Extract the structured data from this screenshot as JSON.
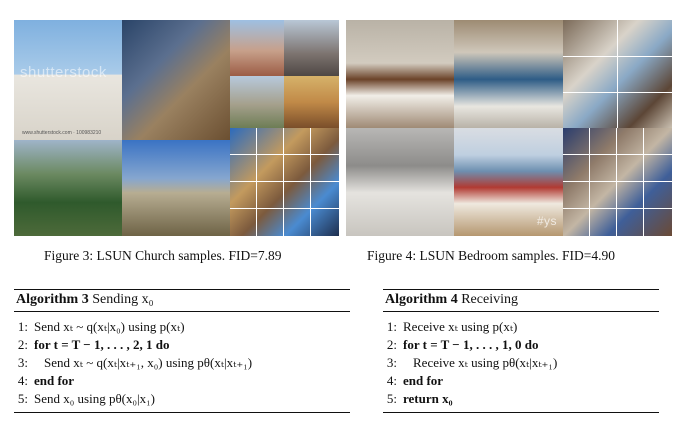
{
  "figure3": {
    "caption": "Figure 3: LSUN Church samples. FID=7.89",
    "watermark": "shutterstock",
    "watermark_small": "www.shutterstock.com · 100983210"
  },
  "figure4": {
    "caption": "Figure 4: LSUN Bedroom samples. FID=4.90",
    "watermark": "#ys"
  },
  "algorithm3": {
    "label": "Algorithm 3",
    "title": "Sending x₀",
    "lines": [
      {
        "num": "1:",
        "text": "Send xₜ ~ q(xₜ|x₀) using p(xₜ)"
      },
      {
        "num": "2:",
        "text": "for t = T − 1, . . . , 2, 1 do"
      },
      {
        "num": "3:",
        "text": "Send xₜ ~ q(xₜ|xₜ₊₁, x₀) using pθ(xₜ|xₜ₊₁)"
      },
      {
        "num": "4:",
        "text": "end for"
      },
      {
        "num": "5:",
        "text": "Send x₀ using pθ(x₀|x₁)"
      }
    ]
  },
  "algorithm4": {
    "label": "Algorithm 4",
    "title": "Receiving",
    "lines": [
      {
        "num": "1:",
        "text": "Receive xₜ using p(xₜ)"
      },
      {
        "num": "2:",
        "text": "for t = T − 1, . . . , 1, 0 do"
      },
      {
        "num": "3:",
        "text": "Receive xₜ using pθ(xₜ|xₜ₊₁)"
      },
      {
        "num": "4:",
        "text": "end for"
      },
      {
        "num": "5:",
        "text": "return x₀"
      }
    ]
  }
}
